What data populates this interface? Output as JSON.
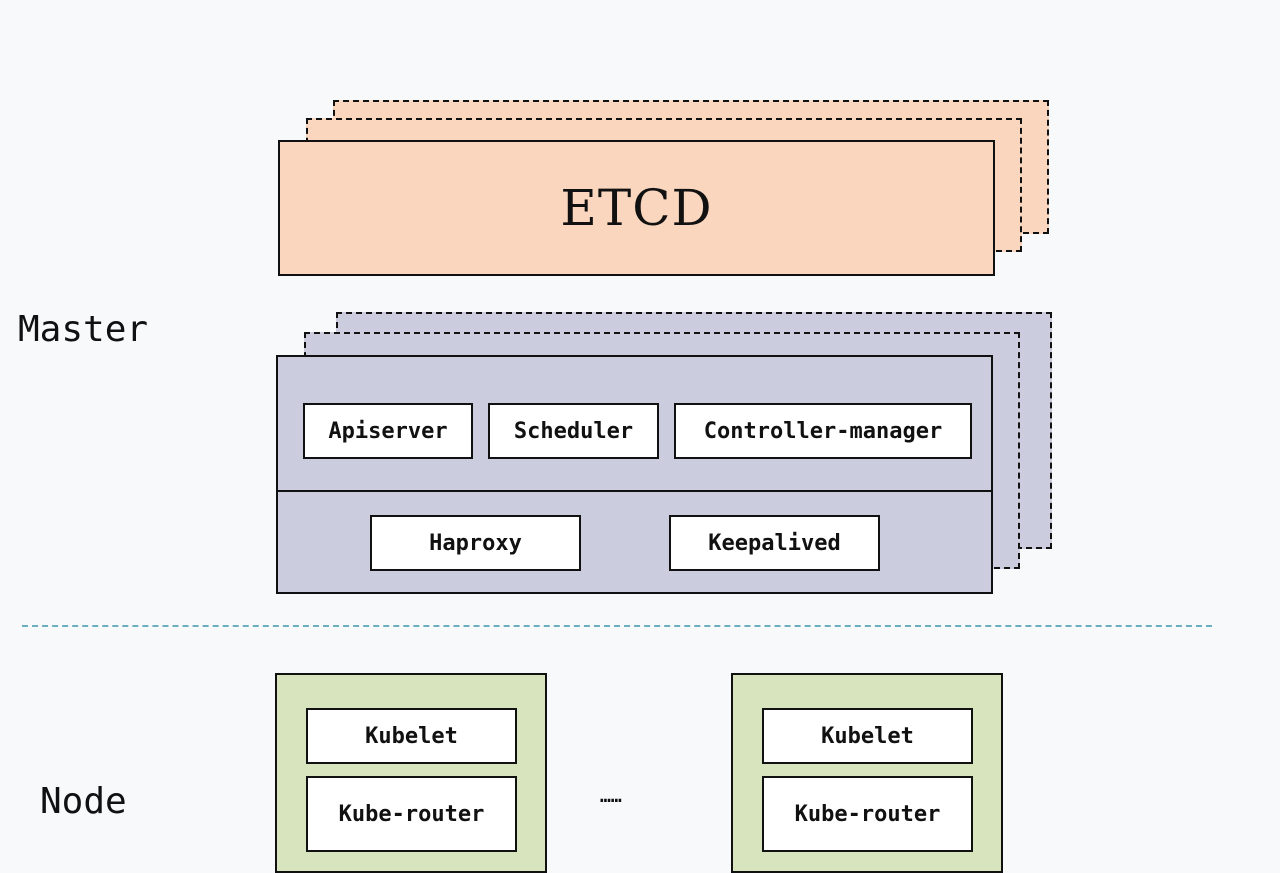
{
  "labels": {
    "master": "Master",
    "node": "Node"
  },
  "etcd": {
    "title": "ETCD"
  },
  "master": {
    "components": [
      "Apiserver",
      "Scheduler",
      "Controller-manager"
    ],
    "ha": [
      "Haproxy",
      "Keepalived"
    ]
  },
  "nodes": [
    {
      "kubelet": "Kubelet",
      "router": "Kube-router"
    },
    {
      "kubelet": "Kubelet",
      "router": "Kube-router"
    }
  ],
  "ellipsis": "……",
  "colors": {
    "etcd_fill": "#f9d6bd",
    "master_fill": "#ccccdf",
    "node_fill": "#d8e4bd",
    "separator": "#6aaec0"
  }
}
